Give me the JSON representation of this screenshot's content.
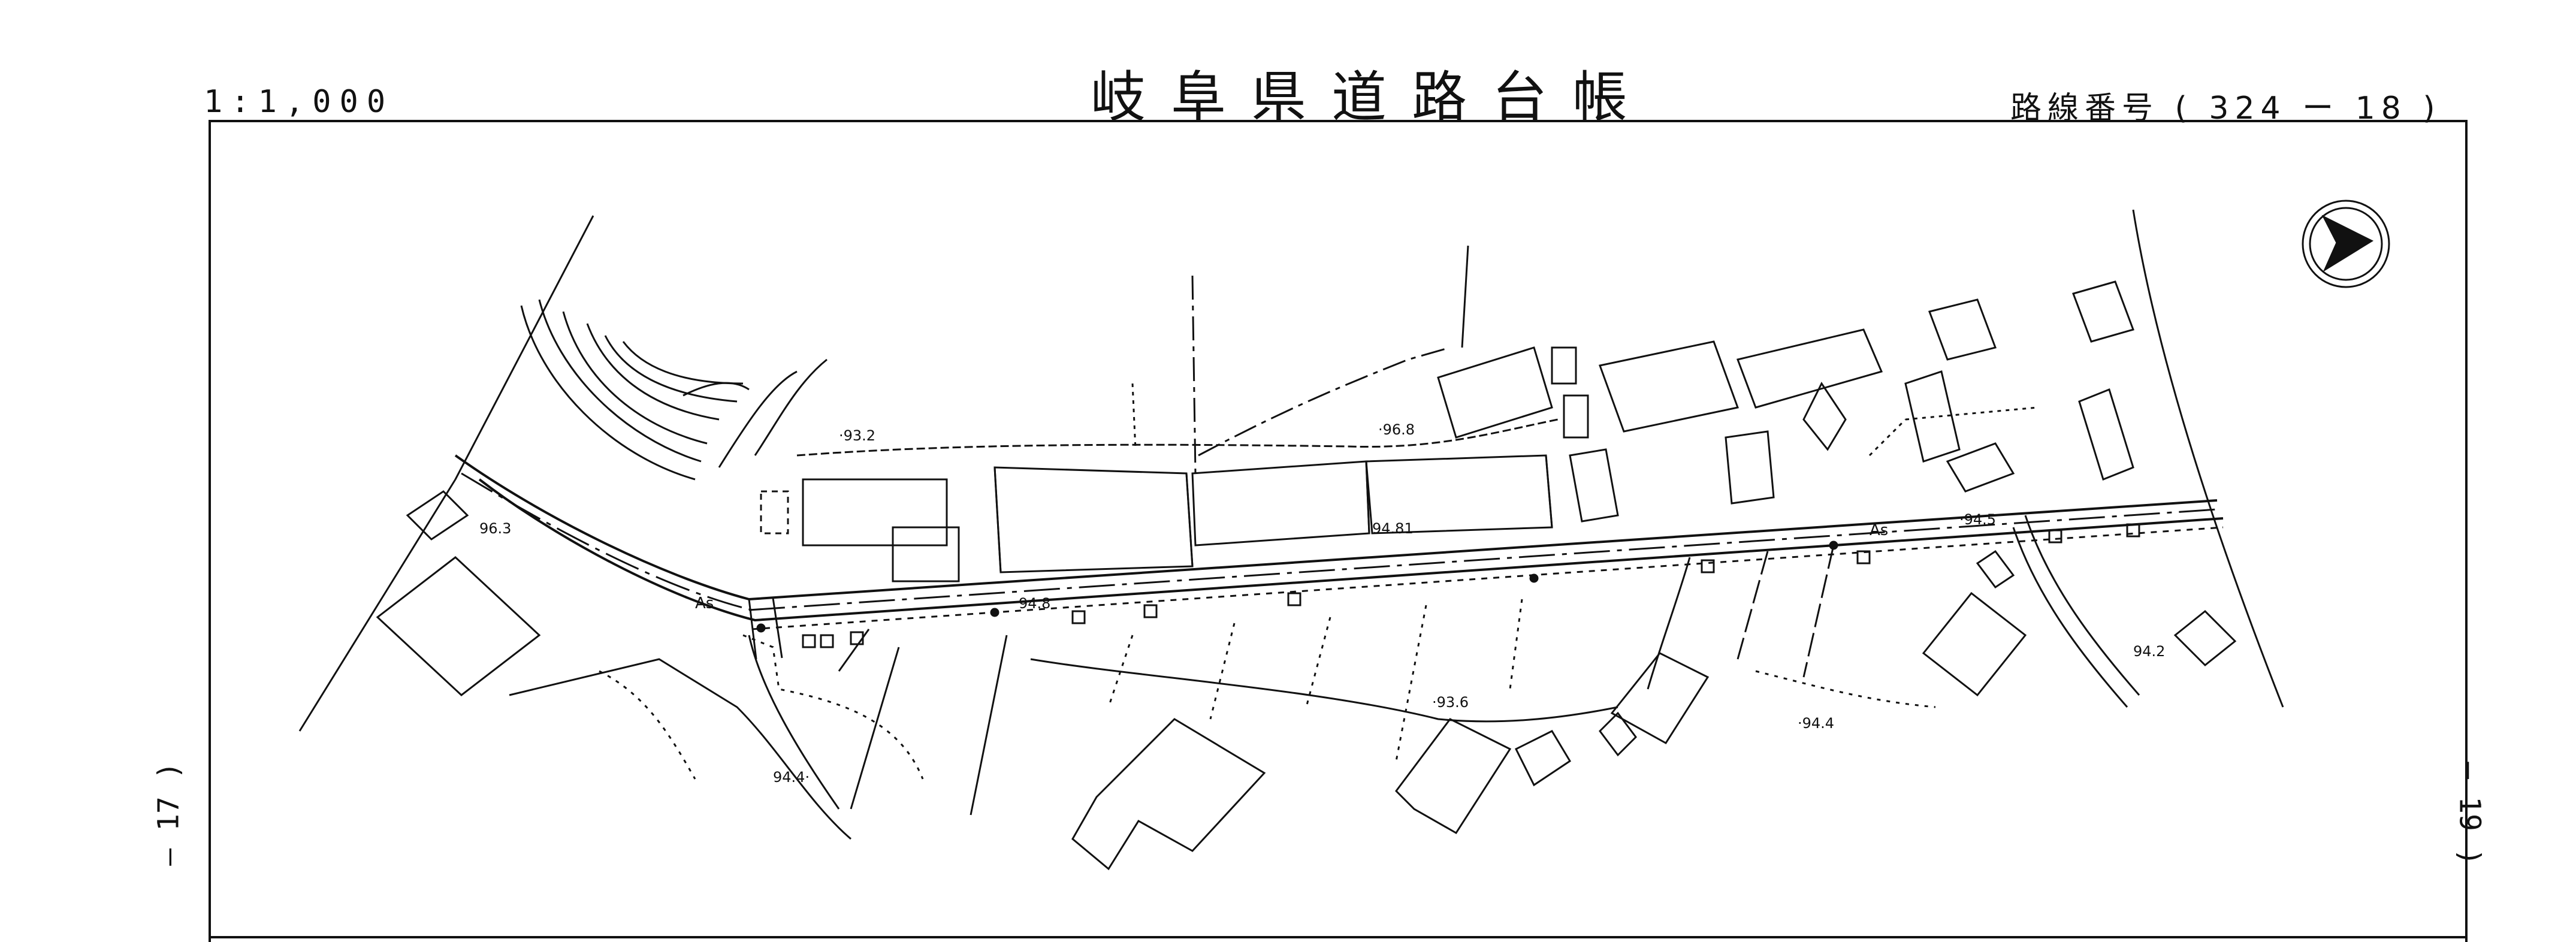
{
  "header": {
    "scale": "1:1,000",
    "title": "岐阜県道路台帳",
    "route_label": "路線番号",
    "route_open": "(",
    "route_main": "324",
    "route_dash": "ー",
    "route_sub": "18",
    "route_close": ")"
  },
  "sheets": {
    "left": "— 17 )",
    "right": "— 19 )"
  },
  "elevations": [
    {
      "id": "e1",
      "label": "·93.2"
    },
    {
      "id": "e2",
      "label": "96.3"
    },
    {
      "id": "e3",
      "label": "·96.8"
    },
    {
      "id": "e4",
      "label": "94.81"
    },
    {
      "id": "e5",
      "label": "94.8"
    },
    {
      "id": "e6",
      "label": "·94.5"
    },
    {
      "id": "e7",
      "label": "94.2"
    },
    {
      "id": "e8",
      "label": "·93.6"
    },
    {
      "id": "e9",
      "label": "·94.4"
    },
    {
      "id": "e10",
      "label": "94.4·"
    }
  ],
  "surface": {
    "label": "As"
  },
  "map_style": {
    "line_color": "#111111",
    "background": "#ffffff"
  }
}
